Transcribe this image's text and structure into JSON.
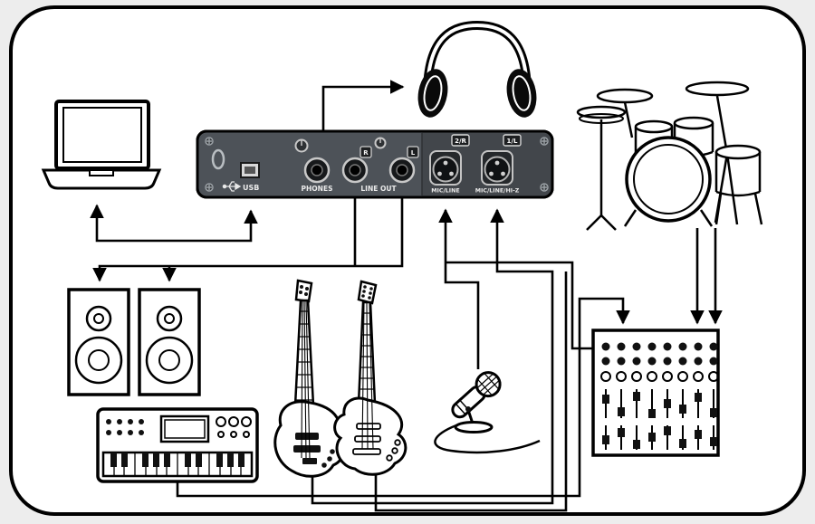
{
  "interface_panel": {
    "usb_label": "USB",
    "phones_label": "PHONES",
    "line_out_label": "LINE OUT",
    "line_out_badge_r": "R",
    "line_out_badge_l": "L",
    "input_1_label": "MIC/LINE",
    "input_2_label": "MIC/LINE/HI-Z",
    "input_1_badge": "2/R",
    "input_2_badge": "1/L"
  },
  "icons": {
    "usb_port": "usb-trident"
  },
  "colors": {
    "panel": "#4d5258",
    "panel_right": "#42464b",
    "outline": "#000000",
    "background": "#ffffff"
  }
}
